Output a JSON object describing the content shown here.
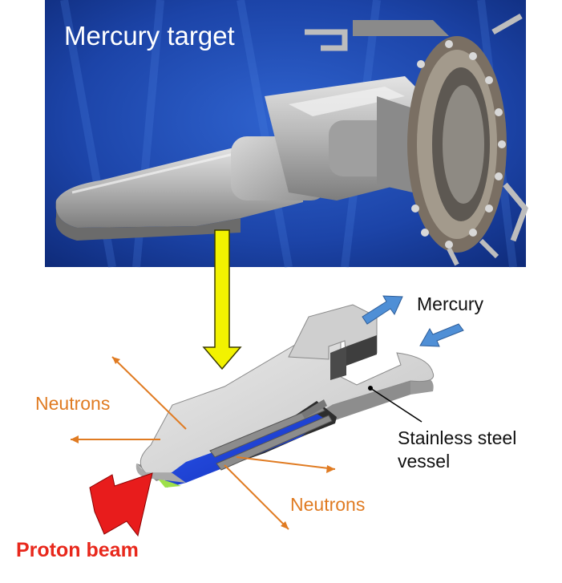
{
  "photo": {
    "title": "Mercury target"
  },
  "diagram": {
    "mercury_label": "Mercury",
    "neutrons_left_label": "Neutrons",
    "neutrons_bottom_label": "Neutrons",
    "vessel_label_line1": "Stainless steel",
    "vessel_label_line2": "vessel",
    "proton_label": "Proton beam"
  },
  "colors": {
    "photo_background": "#1a3f9c",
    "down_arrow": "#f2f200",
    "neutron_arrows": "#e07b22",
    "proton_arrow": "#e81c1c",
    "mercury_arrows": "#4f8fd6",
    "mercury_fill": "#1a3fd8",
    "vessel_steel": "#c8c8c8"
  },
  "icons": {
    "down_arrow": "thick-down-arrow-icon",
    "proton_arrow": "block-arrow-icon",
    "mercury_flow": "flow-arrow-icon"
  }
}
